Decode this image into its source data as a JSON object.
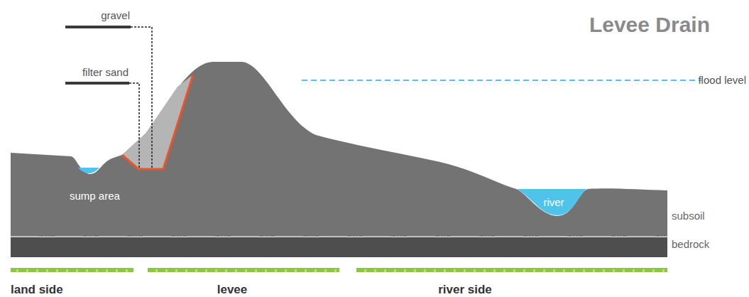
{
  "diagram": {
    "title": "Levee Drain",
    "labels": [
      "gravel",
      "filter sand",
      "flood level",
      "sump area",
      "river",
      "subsoil",
      "bedrock",
      "land side",
      "levee",
      "river side"
    ]
  }
}
